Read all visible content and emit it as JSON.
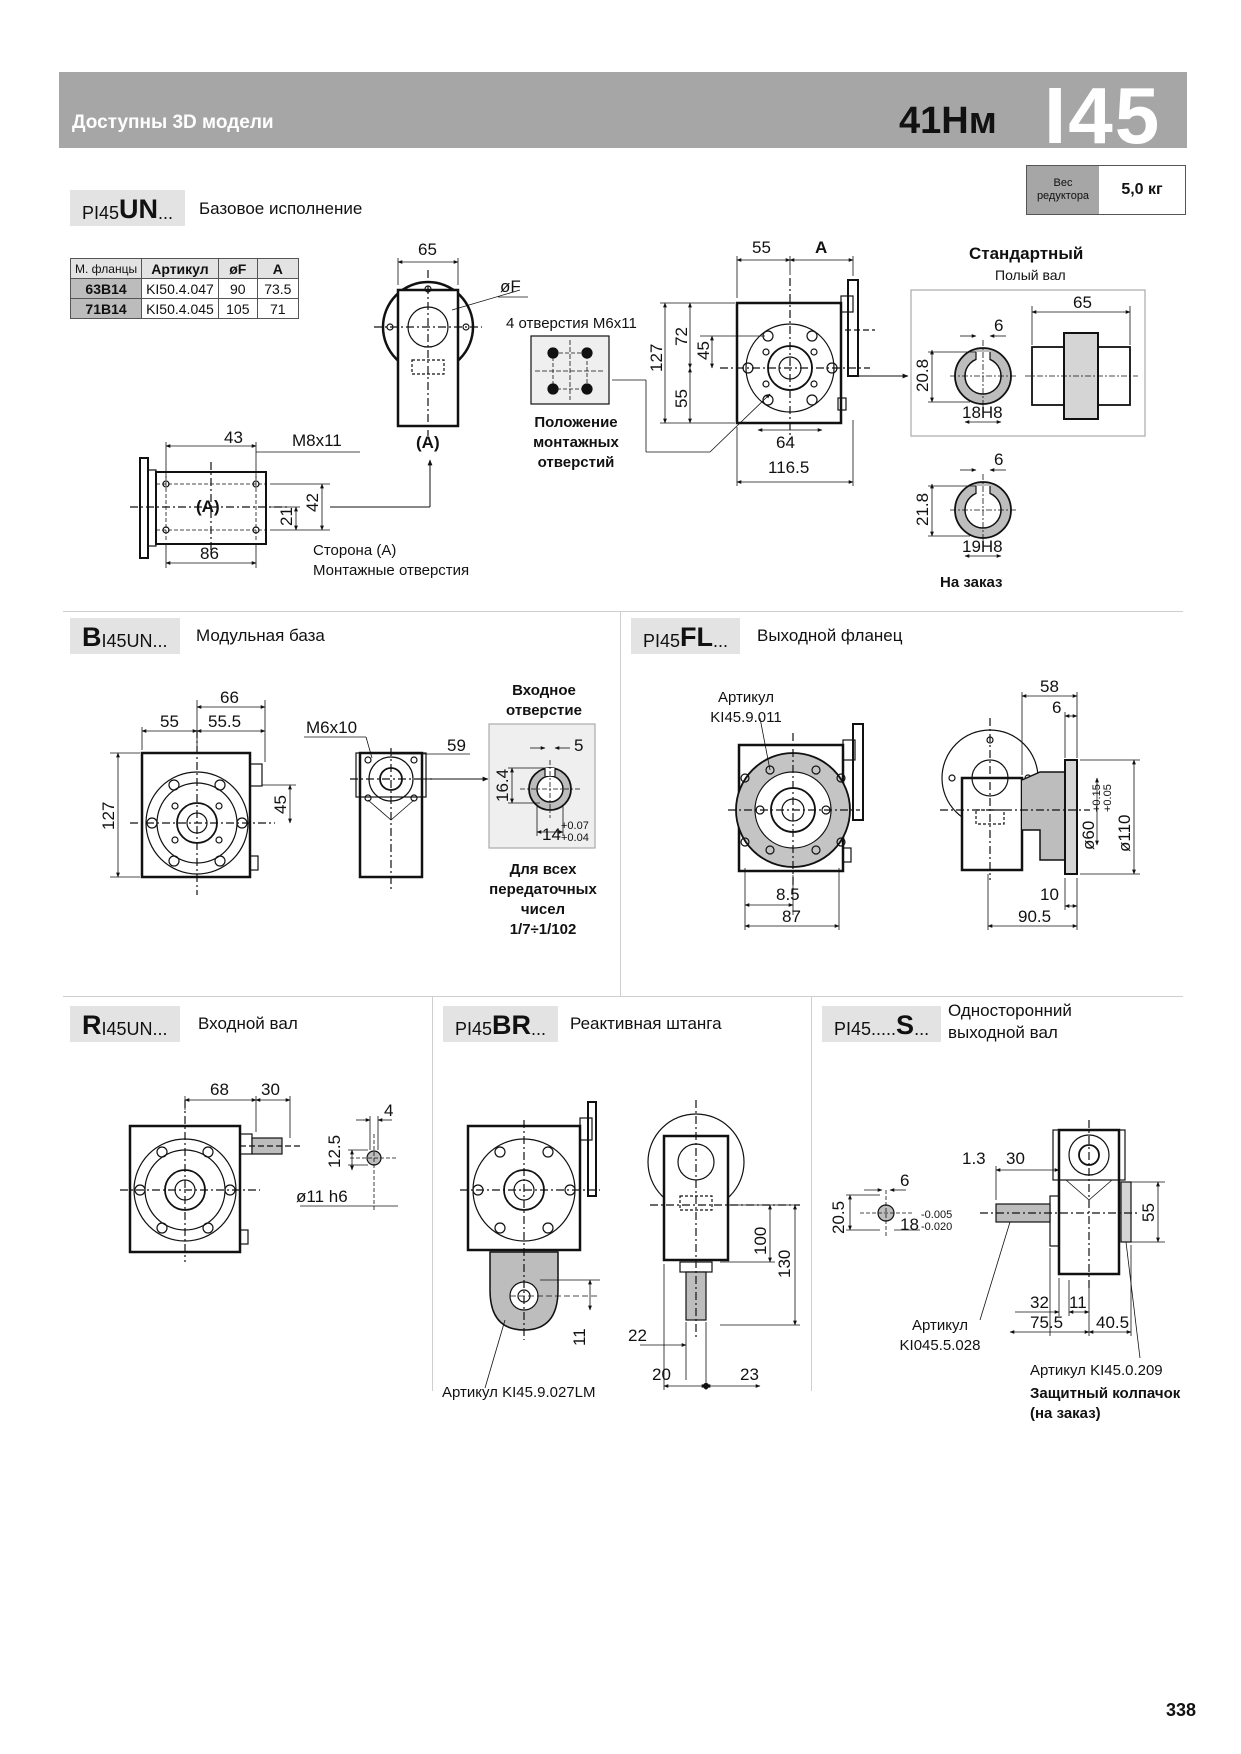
{
  "header": {
    "models_3d": "Доступны 3D модели",
    "torque": "41Нм",
    "model": "I45"
  },
  "weight": {
    "label": "Вес редуктора",
    "value": "5,0 кг"
  },
  "sections": {
    "un": {
      "prefix": "PI45",
      "code": "UN",
      "suffix": "...",
      "title": "Базовое исполнение"
    },
    "bi": {
      "prefix": "B",
      "code": "I45UN",
      "suffix": "...",
      "title": "Модульная база"
    },
    "fl": {
      "prefix": "PI45",
      "code": "FL",
      "suffix": "...",
      "title": "Выходной фланец"
    },
    "ri": {
      "prefix": "R",
      "code": "I45UN",
      "suffix": "...",
      "title": "Входной вал"
    },
    "br": {
      "prefix": "PI45",
      "code": "BR",
      "suffix": "...",
      "title": "Реактивная штанга"
    },
    "s": {
      "prefix": "PI45.....",
      "code": "S",
      "suffix": "...",
      "title_1": "Односторонний",
      "title_2": "выходной вал"
    }
  },
  "flange_table": {
    "headers": [
      "М. фланцы",
      "Артикул",
      "øF",
      "A"
    ],
    "rows": [
      [
        "63B14",
        "KI50.4.047",
        "90",
        "73.5"
      ],
      [
        "71B14",
        "KI50.4.045",
        "105",
        "71"
      ]
    ]
  },
  "labels": {
    "holes_m6x11": "4 отверстия М6х11",
    "mount_pos_1": "Положение",
    "mount_pos_2": "монтажных",
    "mount_pos_3": "отверстий",
    "side_a_1": "Сторона (A)",
    "side_a_2": "Монтажные отверстия",
    "standard": "Стандартный",
    "hollow_shaft": "Полый вал",
    "on_order": "На заказ",
    "input_hole_1": "Входное",
    "input_hole_2": "отверстие",
    "all_ratios_1": "Для всех",
    "all_ratios_2": "передаточных",
    "all_ratios_3": "чисел",
    "all_ratios_4": "1/7÷1/102",
    "art_label": "Артикул",
    "art_fl": "KI45.9.011",
    "art_br": "Артикул KI45.9.027LM",
    "art_s1_1": "Артикул",
    "art_s1_2": "KI045.5.028",
    "art_s2": "Артикул KI45.0.209",
    "cap_1": "Защитный колпачок",
    "cap_2": "(на заказ)",
    "page_number": "338"
  },
  "dims": {
    "un": {
      "d65": "65",
      "dF": "øF",
      "dA_label": "(A)",
      "d55": "55",
      "dA": "A",
      "d127": "127",
      "d72": "72",
      "d45": "45",
      "d55b": "55",
      "d64": "64",
      "d116": "116.5",
      "d43": "43",
      "m8": "M8x11",
      "d86": "86",
      "d21": "21",
      "d42": "42",
      "sA": "(A)",
      "s65": "65",
      "s6": "6",
      "s208": "20.8",
      "s18h8": "18H8",
      "o6": "6",
      "o218": "21.8",
      "o19h8": "19H8"
    },
    "bi": {
      "d66": "66",
      "d55": "55",
      "d555": "55.5",
      "d127": "127",
      "d45": "45",
      "m6": "M6x10",
      "d59": "59",
      "d5": "5",
      "d164": "16.4",
      "d14": "14",
      "tol_up": "+0.07",
      "tol_dn": "+0.04"
    },
    "fl": {
      "d58": "58",
      "d6": "6",
      "d60": "ø60",
      "tol_up": "+0.15",
      "tol_dn": "+0.05",
      "d110": "ø110",
      "d85": "8.5",
      "d87": "87",
      "d10": "10",
      "d905": "90.5"
    },
    "ri": {
      "d68": "68",
      "d30": "30",
      "d4": "4",
      "d125": "12.5",
      "d11": "ø11 h6"
    },
    "br": {
      "d100": "100",
      "d130": "130",
      "d11": "11",
      "d22": "22",
      "d20": "20",
      "d23": "23"
    },
    "s": {
      "d13": "1.3",
      "d30": "30",
      "d6": "6",
      "d205": "20.5",
      "d18": "18",
      "tol_up": "-0.005",
      "tol_dn": "-0.020",
      "d55": "55",
      "d32": "32",
      "d11": "11",
      "d755": "75.5",
      "d405": "40.5"
    }
  }
}
